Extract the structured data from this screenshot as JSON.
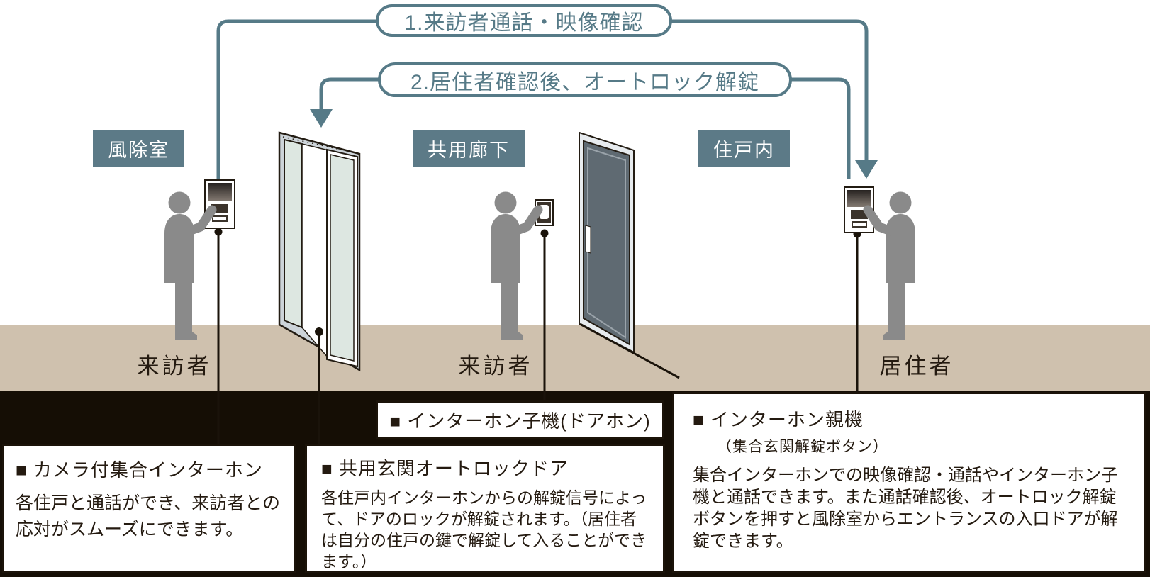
{
  "banners": {
    "step1": "1.来訪者通話・映像確認",
    "step2": "2.居住者確認後、オートロック解錠"
  },
  "zones": [
    {
      "label": "風除室"
    },
    {
      "label": "共用廊下"
    },
    {
      "label": "住戸内"
    }
  ],
  "people": [
    {
      "role": "来訪者"
    },
    {
      "role": "来訪者"
    },
    {
      "role": "居住者"
    }
  ],
  "callouts": {
    "doorphone_label": "■ インターホン子機(ドアホン)",
    "boxes": [
      {
        "heading": "■ カメラ付集合インターホン",
        "body": "各住戸と通話ができ、来訪者との応対がスムーズにできます。"
      },
      {
        "heading": "■ 共用玄関オートロックドア",
        "body": "各住戸内インターホンからの解錠信号によって、ドアのロックが解錠されます。（居住者は自分の住戸の鍵で解錠して入ることができます。）"
      },
      {
        "heading": "■ インターホン親機",
        "subheading": "（集合玄関解錠ボタン）",
        "body": "集合インターホンでの映像確認・通話やインターホン子機と通話できます。また通話確認後、オートロック解錠ボタンを押すと風除室からエントランスの入口ドアが解錠できます。"
      }
    ]
  },
  "colors": {
    "accent_teal": "#567a87",
    "zone_label_bg": "#5c7a87",
    "floor_tan": "#cfc1ae",
    "panel_black": "#150e05",
    "person_gray": "#8a8a8a",
    "text_dark": "#241a10"
  }
}
